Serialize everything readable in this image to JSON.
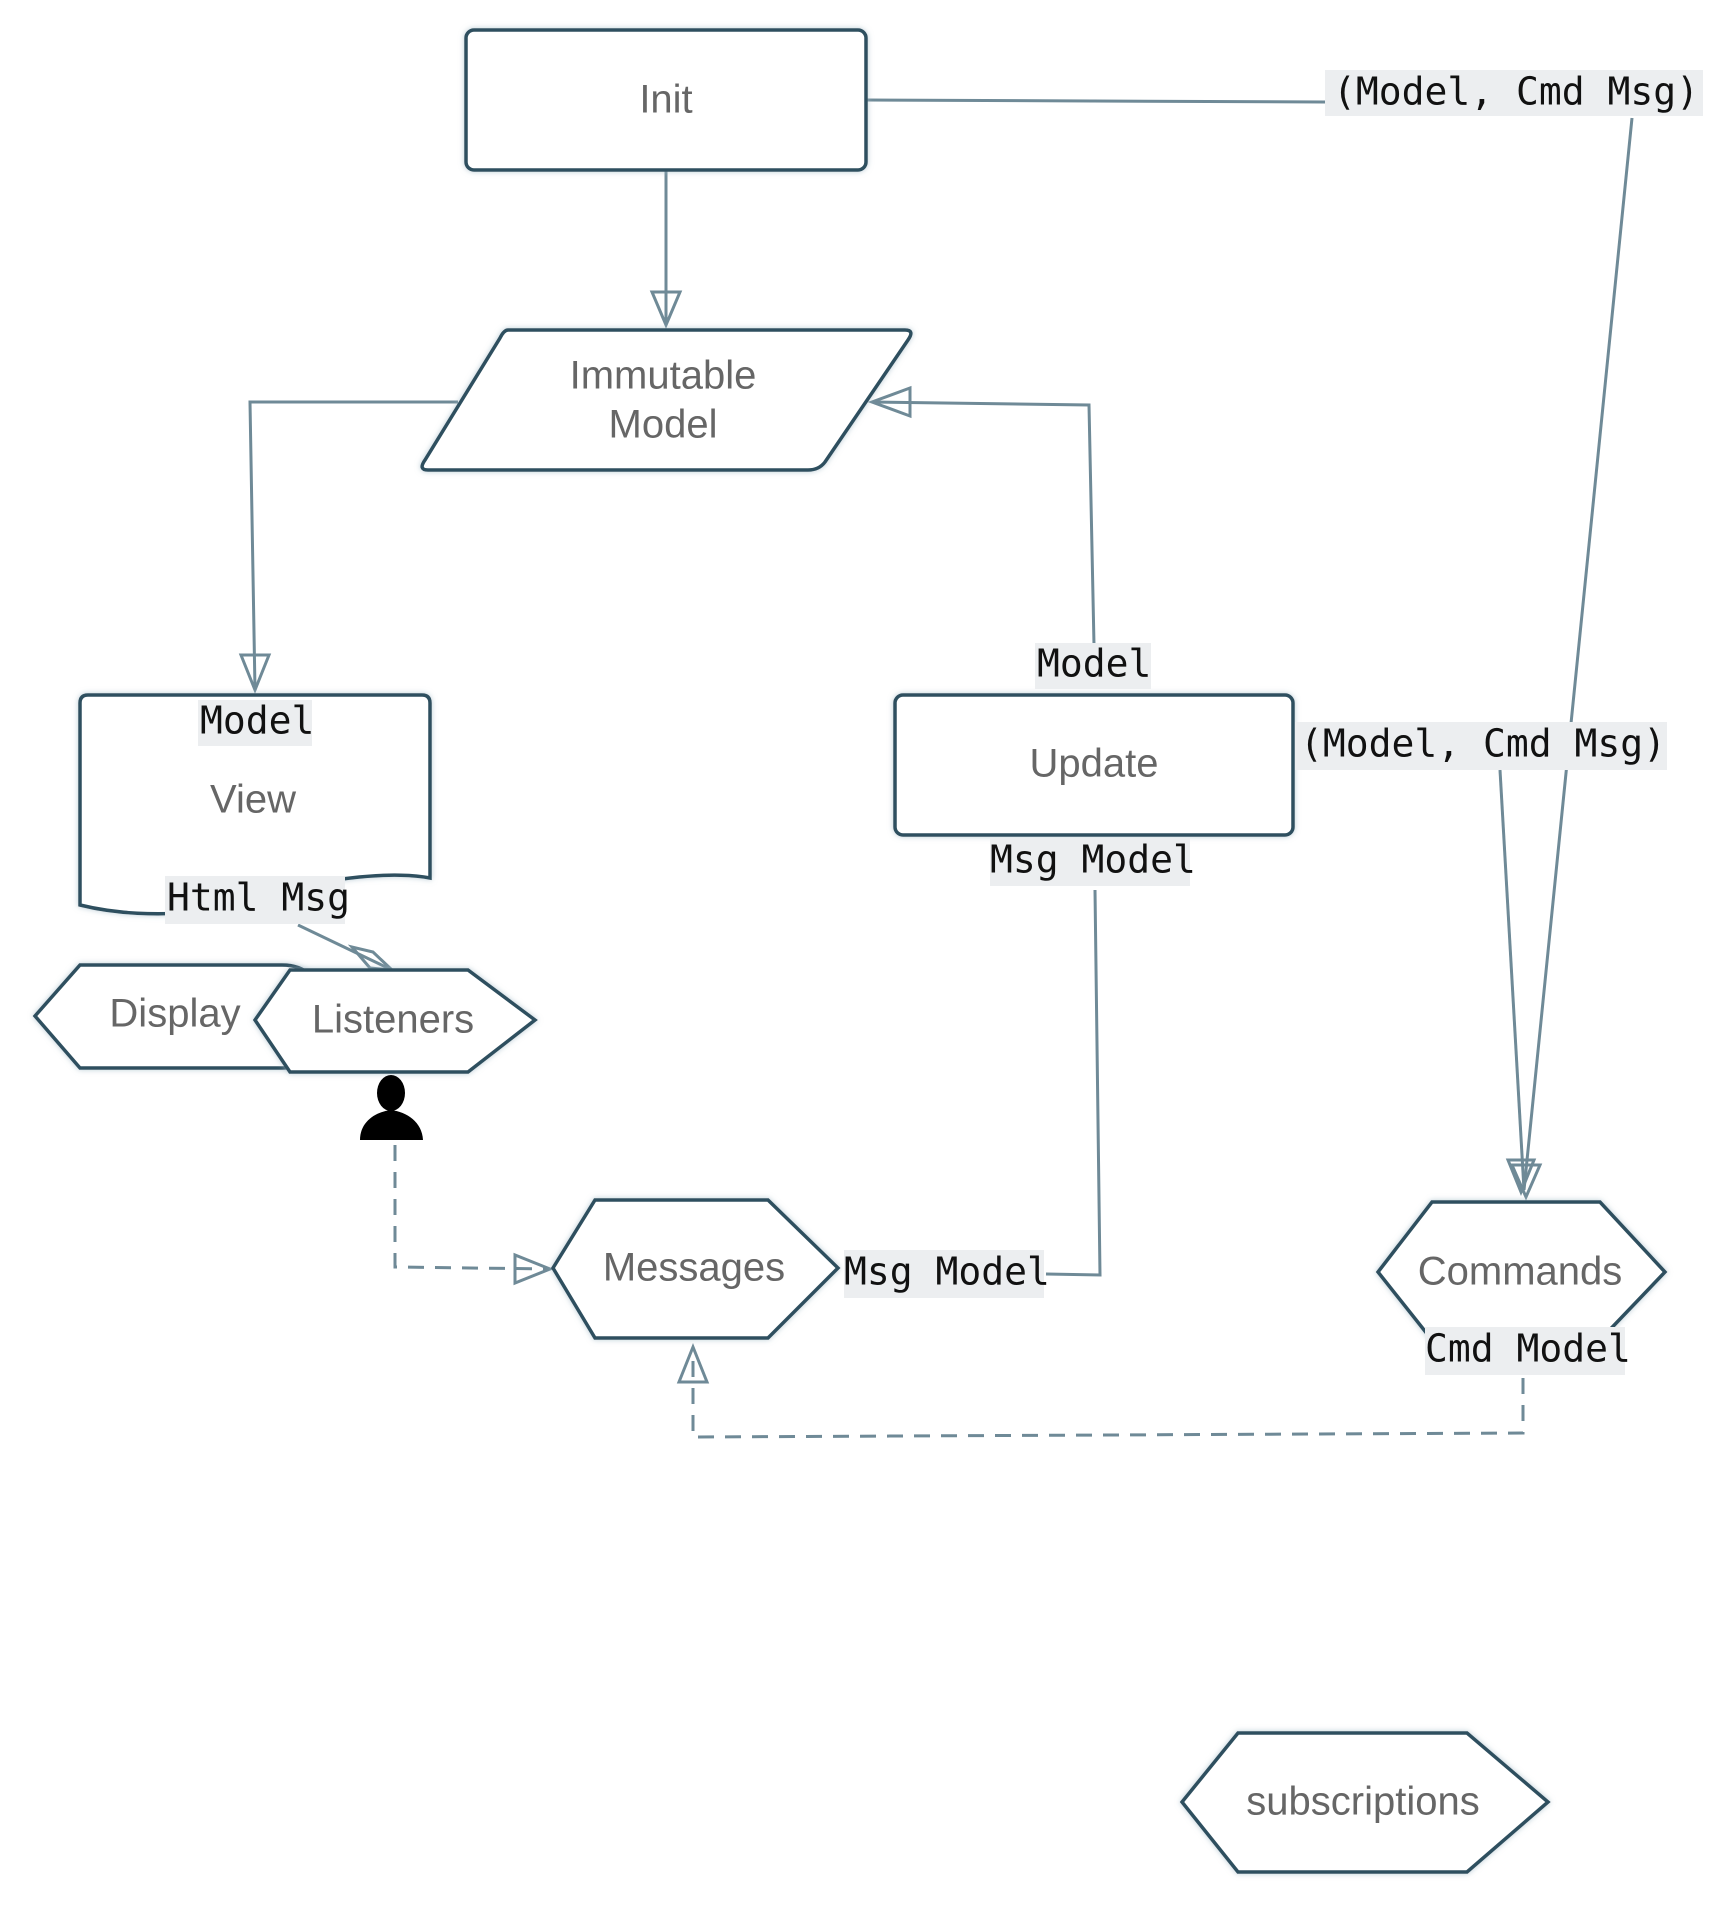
{
  "nodes": {
    "init": "Init",
    "model_line1": "Immutable",
    "model_line2": "Model",
    "view": "View",
    "update": "Update",
    "display": "Display",
    "listeners": "Listeners",
    "messages": "Messages",
    "commands": "Commands",
    "subscriptions": "subscriptions"
  },
  "code_labels": {
    "init_output": "(Model, Cmd Msg)",
    "view_input": "Model",
    "view_output": "Html Msg",
    "update_input": "Model",
    "update_output": "(Model, Cmd Msg)",
    "update_signature": "Msg Model",
    "messages_output": "Msg Model",
    "commands_output": "Cmd Model"
  },
  "icons": {
    "user": "user-icon"
  },
  "colors": {
    "node_stroke": "#2f4f5f",
    "edge": "#6f8a97",
    "label_bg": "#eceef0",
    "node_text": "#666666"
  }
}
